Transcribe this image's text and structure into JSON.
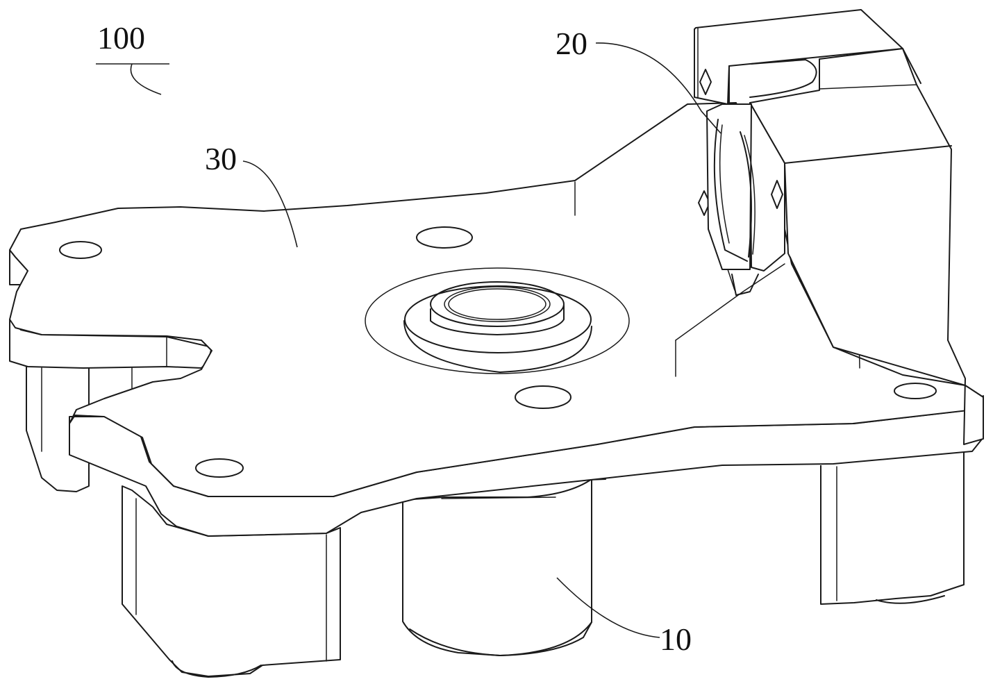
{
  "figure": {
    "labels": {
      "assembly": "100",
      "part_10": "10",
      "part_20": "20",
      "part_30": "30"
    }
  }
}
